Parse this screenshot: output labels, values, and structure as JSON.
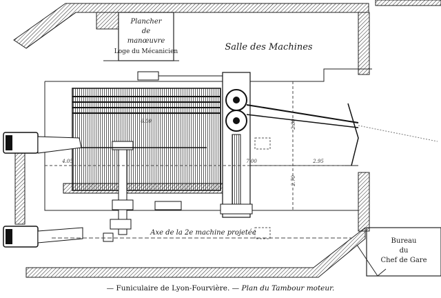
{
  "labels": {
    "control_floor_line1": "Plancher",
    "control_floor_line2": "de",
    "control_floor_line3": "manœuvre",
    "mechanic_lodge": "Loge du Mécanicien",
    "machine_room": "Salle des Machines",
    "station_master_line1": "Bureau",
    "station_master_line2": "du",
    "station_master_line3": "Chef de Gare",
    "projected_axis": "Axe de la 2e machine projetée"
  },
  "dimensions": {
    "drum_diameter": "6.00",
    "left_offset": "4.05",
    "center_span": "7.00",
    "right_span": "2.95",
    "vertical_upper": "2.80",
    "vertical_lower": "2.70"
  },
  "caption": {
    "part1": "— Funiculaire de Lyon-Fourvière. —",
    "part2": "Plan du Tambour moteur."
  }
}
